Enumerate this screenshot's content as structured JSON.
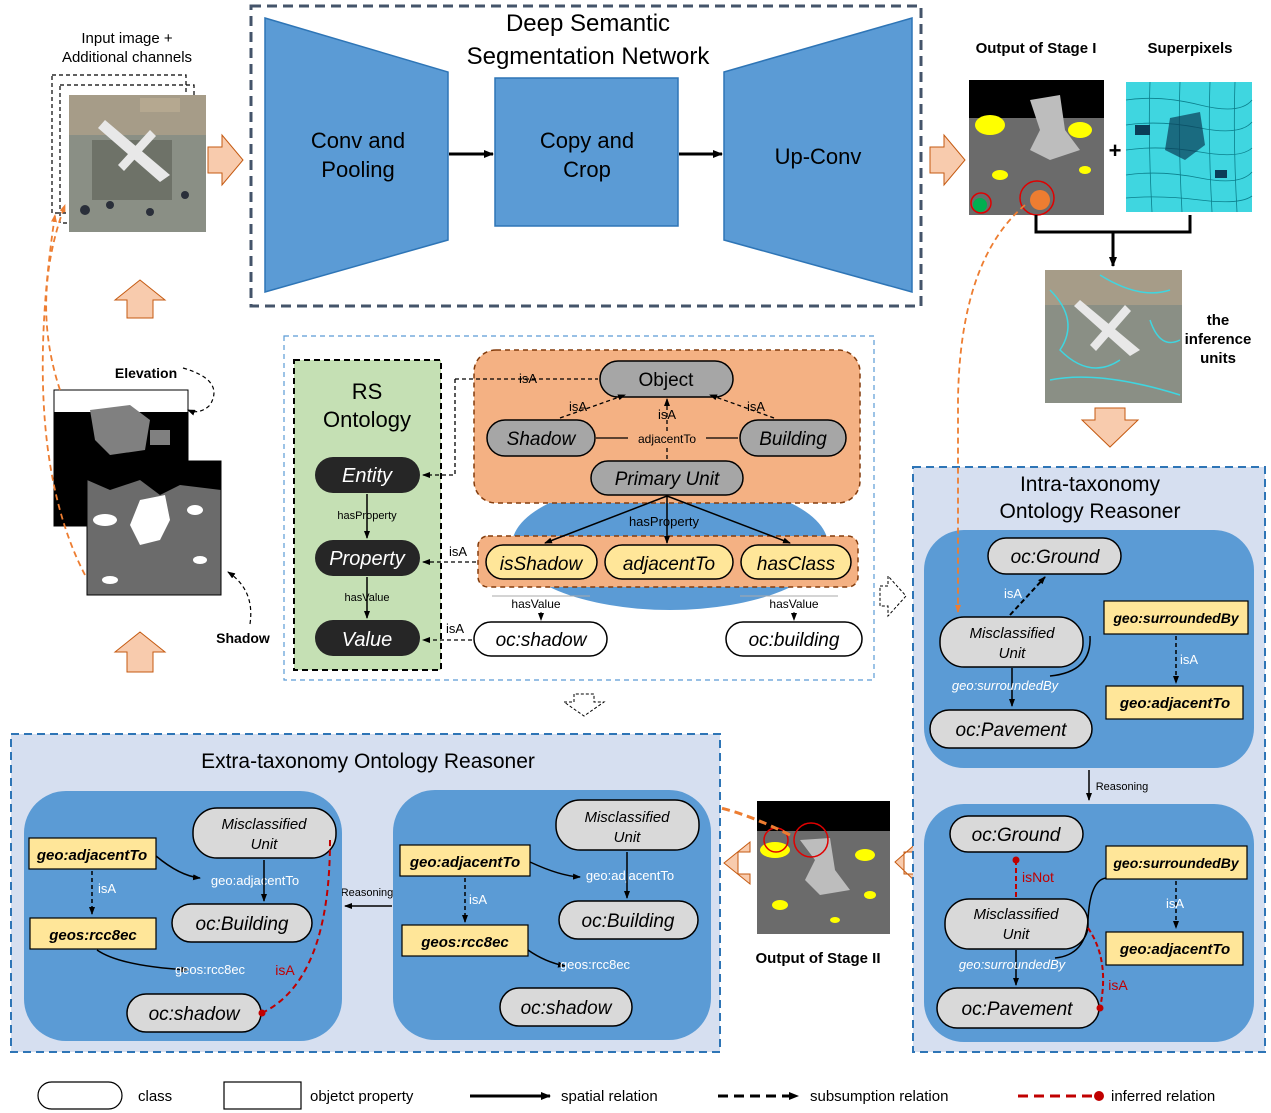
{
  "colors": {
    "network_blue": "#5b9bd5",
    "reasoner_bg": "#d6dff0",
    "ontology_green": "#c5e0b4",
    "orange_panel": "#f4b183",
    "orange_arrow": "#f8cbad",
    "yellow_property": "#ffe699",
    "gray_class": "#d0cece",
    "dark_node": "#262626",
    "inferred_red": "#c00000",
    "dashed_orange": "#ed7d31"
  },
  "input": {
    "title_line1": "Input image +",
    "title_line2": "Additional channels",
    "elevation_label": "Elevation",
    "shadow_label": "Shadow"
  },
  "network": {
    "title_line1": "Deep Semantic",
    "title_line2": "Segmentation Network",
    "conv_line1": "Conv and",
    "conv_line2": "Pooling",
    "copy_line1": "Copy and",
    "copy_line2": "Crop",
    "upconv": "Up-Conv"
  },
  "stage1": {
    "output_label": "Output of Stage  I",
    "superpixels_label": "Superpixels",
    "plus": "+",
    "inference_line1": "the",
    "inference_line2": "inference",
    "inference_line3": "units"
  },
  "ontology": {
    "rs_line1": "RS",
    "rs_line2": "Ontology",
    "entity": "Entity",
    "property": "Property",
    "value": "Value",
    "has_property": "hasProperty",
    "has_value": "hasValue",
    "isa": "isA",
    "object": "Object",
    "shadow": "Shadow",
    "building": "Building",
    "adjacent_to_small": "adjacentTo",
    "primary_unit": "Primary Unit",
    "has_property_center": "hasProperty",
    "is_shadow": "isShadow",
    "adjacent_to": "adjacentTo",
    "has_class": "hasClass",
    "has_value_left": "hasValue",
    "has_value_right": "hasValue",
    "oc_shadow": "oc:shadow",
    "oc_building": "oc:building"
  },
  "intra": {
    "title_line1": "Intra-taxonomy",
    "title_line2": "Ontology Reasoner",
    "oc_ground": "oc:Ground",
    "misclassified_line1": "Misclassified",
    "misclassified_line2": "Unit",
    "geo_surrounded_by": "geo:surroundedBy",
    "geo_adjacent_to": "geo:adjacentTo",
    "oc_pavement": "oc:Pavement",
    "isa": "isA",
    "reasoning": "Reasoning",
    "is_not": "isNot",
    "isa_inferred": "isA"
  },
  "stage2": {
    "output_label": "Output of Stage  II"
  },
  "extra": {
    "title": "Extra-taxonomy Ontology Reasoner",
    "misclassified_line1": "Misclassified",
    "misclassified_line2": "Unit",
    "geo_adjacent_to": "geo:adjacentTo",
    "geos_rcc8ec": "geos:rcc8ec",
    "oc_building": "oc:Building",
    "oc_shadow": "oc:shadow",
    "isa": "isA",
    "reasoning": "Reasoning",
    "isa_inferred": "isA"
  },
  "legend": {
    "class": "class",
    "object_property": "objetct property",
    "spatial_relation": "spatial relation",
    "subsumption_relation": "subsumption relation",
    "inferred_relation": "inferred relation"
  }
}
